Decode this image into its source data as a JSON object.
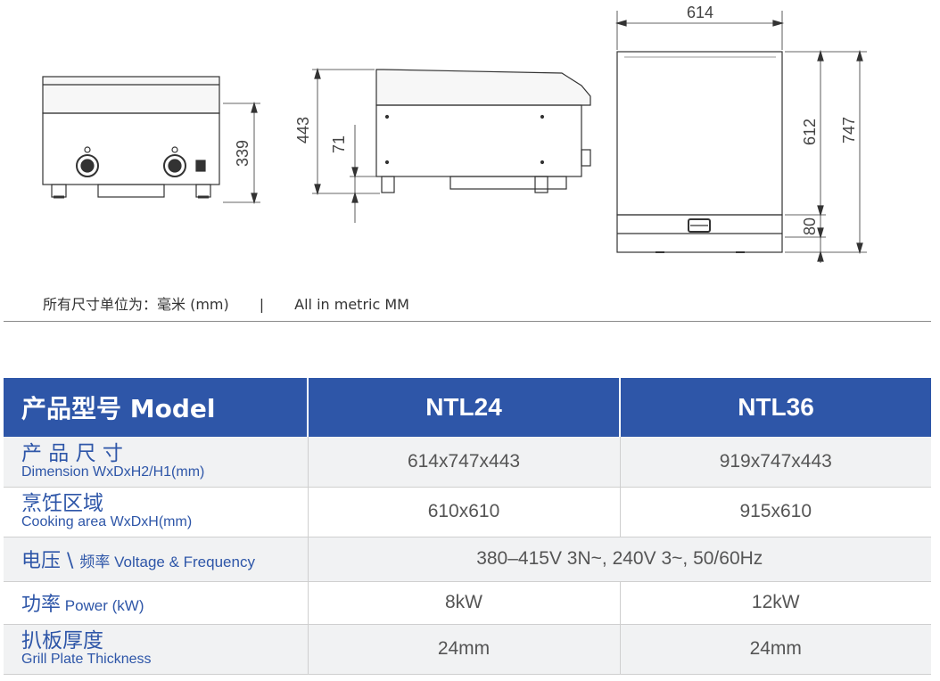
{
  "drawing": {
    "dims": {
      "front_height": "339",
      "side_total_height": "443",
      "side_leg_height": "71",
      "rear_width": "614",
      "rear_body_height": "612",
      "rear_total_depth": "747",
      "rear_base_height": "80"
    }
  },
  "note": {
    "cn": "所有尺寸单位为：毫米 (mm)",
    "separator": "|",
    "en": "All in metric MM"
  },
  "spec_table": {
    "header": {
      "label": "产品型号 Model",
      "model_1": "NTL24",
      "model_2": "NTL36"
    },
    "rows": [
      {
        "cn": "产 品 尺 寸",
        "en": "Dimension  WxDxH2/H1(mm)",
        "v1": "614x747x443",
        "v2": "919x747x443"
      },
      {
        "cn": "烹饪区域",
        "en": "Cooking area WxDxH(mm)",
        "v1": "610x610",
        "v2": "915x610"
      },
      {
        "cn": "电压 \\ ",
        "cn_small": "频率",
        "en": " Voltage & Frequency",
        "merged": "380–415V 3N~, 240V 3~, 50/60Hz"
      },
      {
        "cn": "功率",
        "en": " Power (kW)",
        "v1": "8kW",
        "v2": "12kW"
      },
      {
        "cn": "扒板厚度",
        "en": "Grill Plate Thickness",
        "v1": "24mm",
        "v2": "24mm"
      }
    ]
  },
  "colors": {
    "header_bg": "#2e56a8",
    "label_text": "#2e56a8",
    "stripe_bg": "#f1f2f3",
    "line": "#444444"
  }
}
